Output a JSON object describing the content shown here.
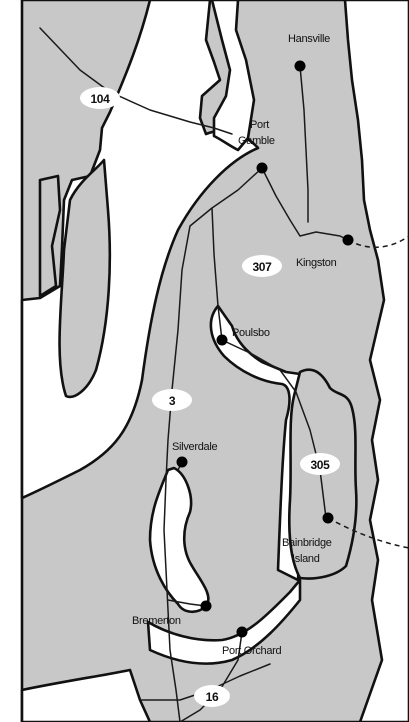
{
  "colors": {
    "land": "#c8c8c8",
    "water": "#ffffff",
    "outline": "#111111",
    "road": "#1a1a1a"
  },
  "cities": {
    "hansville": "Hansville",
    "port_gamble_line1": "Port",
    "port_gamble_line2": "Gamble",
    "kingston": "Kingston",
    "poulsbo": "Poulsbo",
    "silverdale": "Silverdale",
    "bainbridge_line1": "Bainbridge",
    "bainbridge_line2": "Island",
    "bremerton": "Bremerton",
    "port_orchard": "Port Orchard"
  },
  "highways": {
    "sr104": "104",
    "sr307": "307",
    "sr3": "3",
    "sr305": "305",
    "sr16": "16"
  }
}
